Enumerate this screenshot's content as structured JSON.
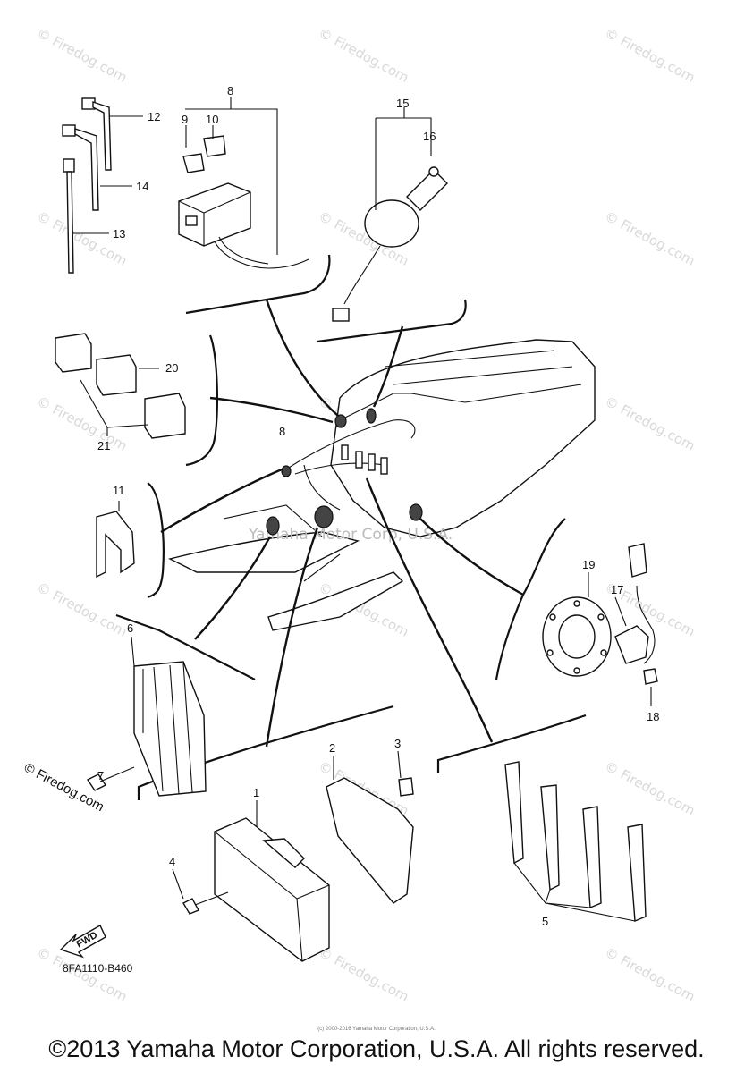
{
  "callouts": [
    "1",
    "2",
    "3",
    "4",
    "5",
    "6",
    "7",
    "8",
    "9",
    "10",
    "11",
    "12",
    "13",
    "14",
    "15",
    "16",
    "17",
    "18",
    "19",
    "20",
    "21"
  ],
  "center_watermark": "Yamaha Motor Corp, U.S.A.",
  "watermark_text": "© Firedog.com",
  "side_watermark": "© Firedog.com",
  "diagram_code": "8FA1110-B460",
  "fwd_label": "FWD",
  "footer": {
    "small_copyright": "(c) 2000-2016 Yamaha Motor Corporation, U.S.A.",
    "copyright": "©2013 Yamaha Motor Corporation, U.S.A. All rights reserved."
  }
}
